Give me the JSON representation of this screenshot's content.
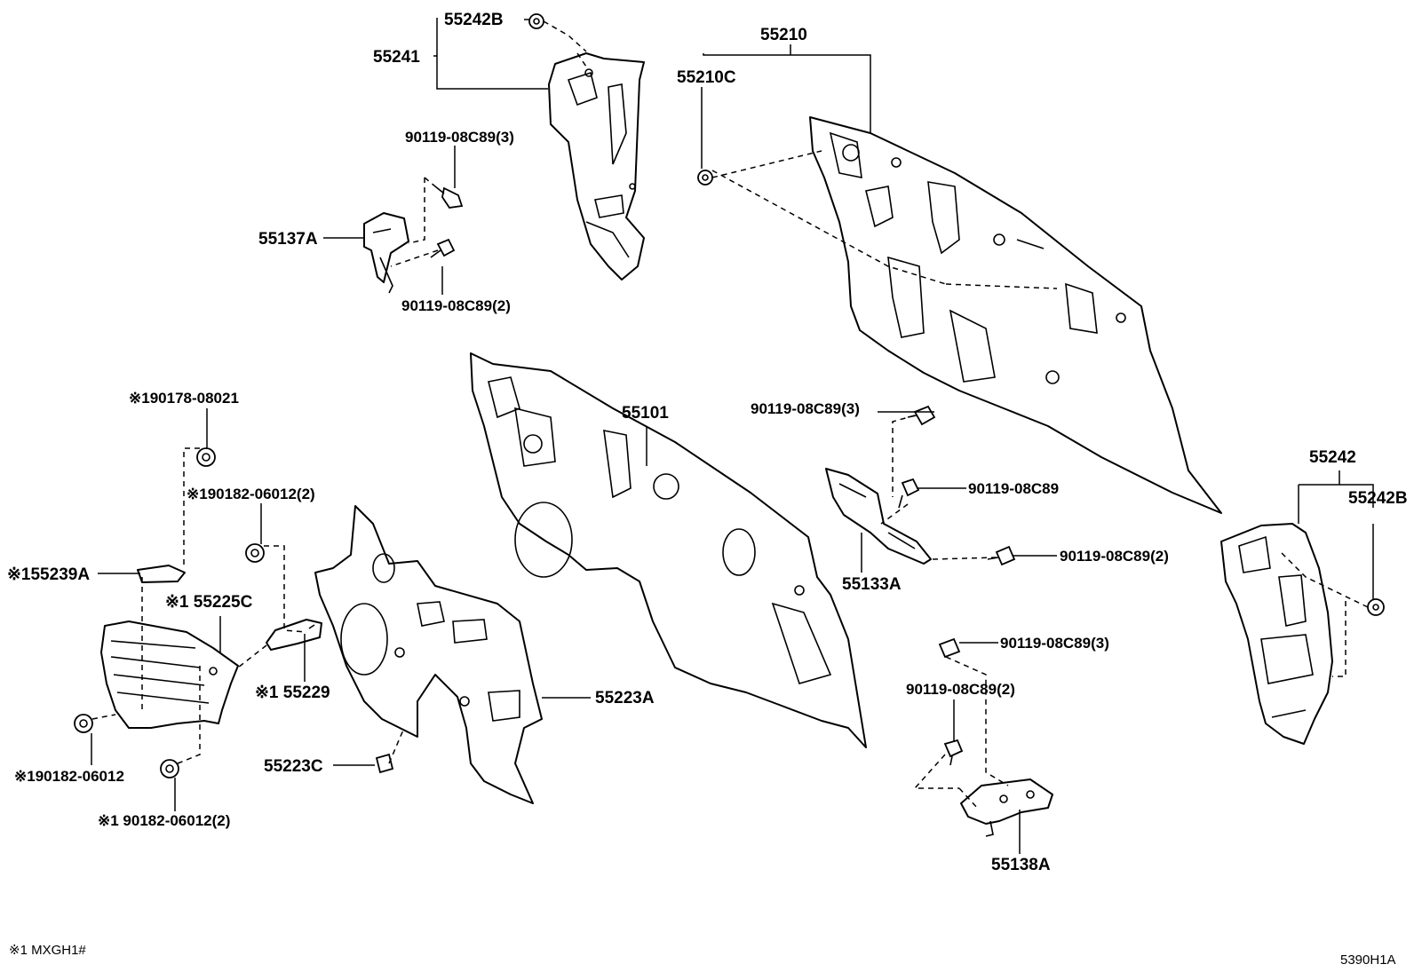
{
  "diagram_code": "5390H1A",
  "footnote": "※1 MXGH1#",
  "labels": {
    "p55242B_top": "55242B",
    "p55241": "55241",
    "p55210": "55210",
    "p55210C": "55210C",
    "b_9011908C89_3_top": "90119-08C89(3)",
    "p55137A": "55137A",
    "b_9011908C89_2_top": "90119-08C89(2)",
    "n_90178_08021": "※190178-08021",
    "n_90182_06012_2a": "※190182-06012(2)",
    "p55239A": "※155239A",
    "p55225C": "※1 55225C",
    "p55229": "※1 55229",
    "n_90182_06012": "※190182-06012",
    "n_90182_06012_2b": "※1 90182-06012(2)",
    "p55101": "55101",
    "p55223A": "55223A",
    "p55223C": "55223C",
    "b_9011908C89_3_mid": "90119-08C89(3)",
    "b_9011908C89_mid": "90119-08C89",
    "b_9011908C89_2_mid": "90119-08C89(2)",
    "p55133A": "55133A",
    "b_9011908C89_3_low": "90119-08C89(3)",
    "b_9011908C89_2_low": "90119-08C89(2)",
    "p55138A": "55138A",
    "p55242": "55242",
    "p55242B_right": "55242B"
  }
}
